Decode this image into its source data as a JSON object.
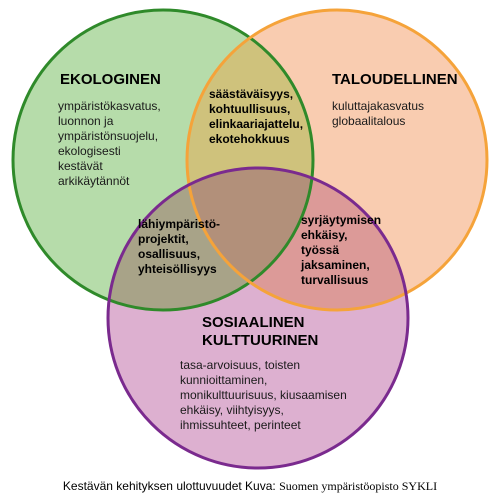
{
  "colors": {
    "ecological_fill": "#b6dcaa",
    "ecological_stroke": "#2f8a2a",
    "economic_fill": "#f9ccb0",
    "economic_stroke": "#f5a33a",
    "social_fill": "#ddb0d0",
    "social_stroke": "#7a2a8e",
    "eco_econ_overlap": "#cfc27c",
    "eco_social_overlap": "#a8a388",
    "econ_social_overlap": "#dc9a98",
    "center_overlap": "#b2907a"
  },
  "circles": {
    "ecological": {
      "title": "EKOLOGINEN",
      "lines": [
        "ympäristökasvatus,",
        "luonnon ja",
        "ympäristönsuojelu,",
        "ekologisesti",
        "kestävät",
        "arkikäytännöt"
      ]
    },
    "economic": {
      "title": "TALOUDELLINEN",
      "lines": [
        "kuluttajakasvatus",
        "globaalitalous"
      ]
    },
    "social": {
      "title_lines": [
        "SOSIAALINEN",
        "KULTTUURINEN"
      ],
      "lines": [
        "tasa-arvoisuus, toisten",
        "kunnioittaminen,",
        "monikulttuurisuus, kiusaamisen",
        "ehkäisy, viihtyisyys,",
        "ihmissuhteet, perinteet"
      ]
    }
  },
  "overlaps": {
    "eco_econ": [
      "säästäväisyys,",
      "kohtuullisuus,",
      "elinkaariajattelu,",
      "ekotehokkuus"
    ],
    "eco_social": [
      "lähiympäristö-",
      "projektit,",
      "osallisuus,",
      "yhteisöllisyys"
    ],
    "econ_social": [
      "syrjäytymisen",
      "ehkäisy,",
      "työssä",
      "jaksaminen,",
      "turvallisuus"
    ]
  },
  "caption": {
    "main": "Kestävän kehityksen ulottuvuudet Kuva: ",
    "source": "Suomen ympäristöopisto SYKLI"
  }
}
